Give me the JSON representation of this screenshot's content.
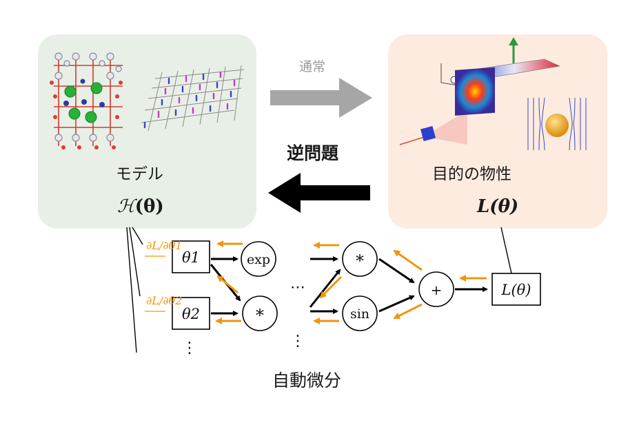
{
  "model_panel": {
    "label": "モデル",
    "formula_symbol": "ℋ",
    "formula_arg": "(θ)"
  },
  "target_panel": {
    "label": "目的の物性",
    "formula": "L(θ)"
  },
  "arrows": {
    "usual_label": "通常",
    "inverse_label": "逆問題"
  },
  "graph": {
    "caption": "自動微分",
    "param_nodes": [
      "θ1",
      "θ2"
    ],
    "op_nodes": [
      "exp",
      "*",
      "*",
      "sin",
      "+"
    ],
    "loss_node": "L(θ)",
    "gradients": [
      "∂L/∂θ1",
      "∂L/∂θ2"
    ],
    "ellipsis": "⋮"
  },
  "colors": {
    "model_bg": "#e8efe6",
    "target_bg": "#fdebe0",
    "usual_arrow": "#a6a6a6",
    "inverse_arrow": "#000000",
    "gradient": "#f0960e"
  }
}
